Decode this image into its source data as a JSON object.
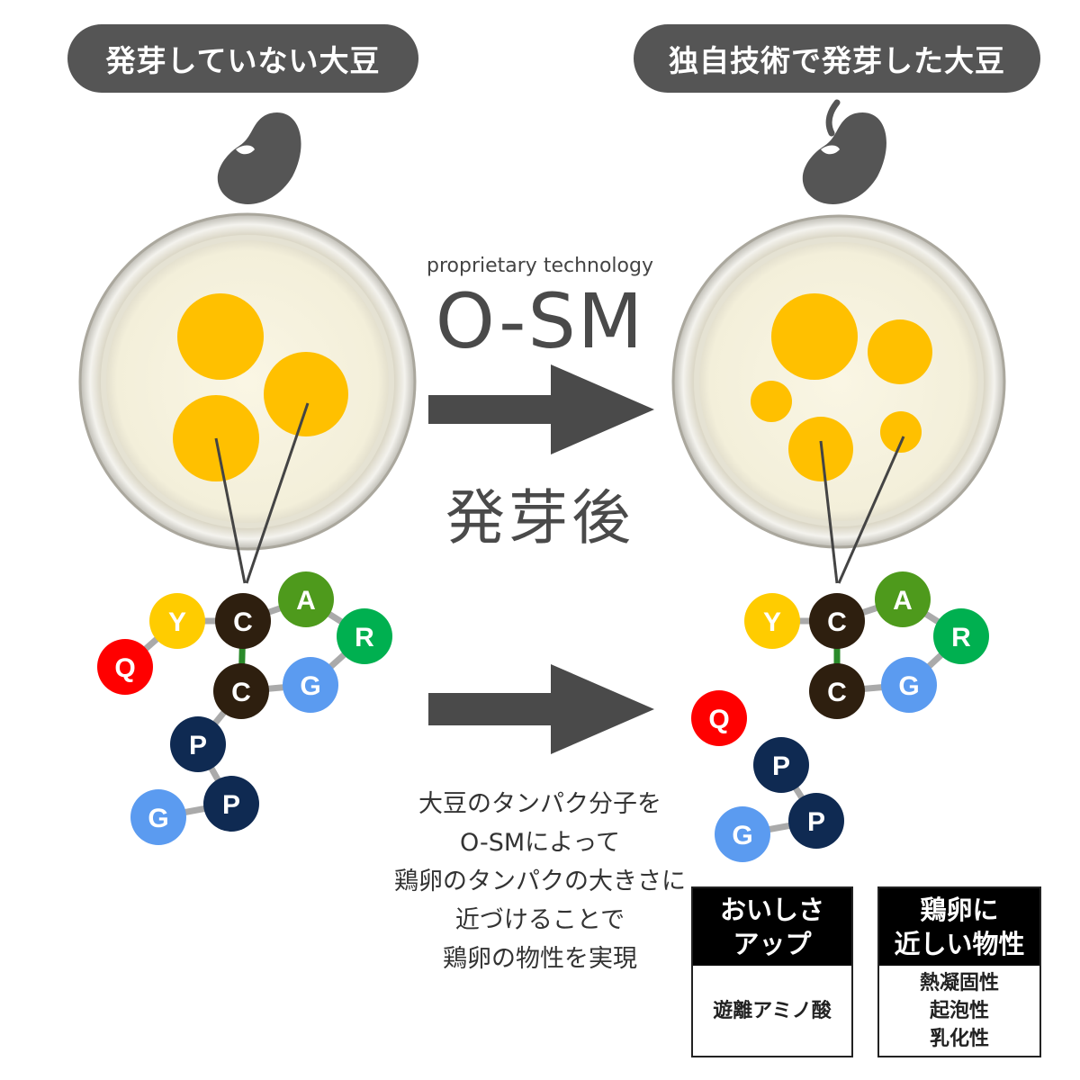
{
  "labels": {
    "left_title": "発芽していない大豆",
    "right_title": "独自技術で発芽した大豆",
    "tech_sub": "proprietary technology",
    "tech_name": "O-SM",
    "after_germination": "発芽後",
    "description": [
      "大豆のタンパク分子を",
      "O-SMによって",
      "鶏卵のタンパクの大きさに",
      "近づけることで",
      "鶏卵の物性を実現"
    ]
  },
  "boxes": [
    {
      "title": [
        "おいしさ",
        "アップ"
      ],
      "items": [
        "遊離アミノ酸"
      ]
    },
    {
      "title": [
        "鶏卵に",
        "近しい物性"
      ],
      "items": [
        "熱凝固性",
        "起泡性",
        "乳化性"
      ]
    }
  ],
  "molecules": {
    "left": [
      "Q",
      "Y",
      "C",
      "A",
      "R",
      "C",
      "G",
      "P",
      "G",
      "P"
    ],
    "right_main": [
      "Y",
      "C",
      "A",
      "R",
      "C",
      "G"
    ],
    "right_fragment": [
      "Q",
      "P",
      "G",
      "P"
    ]
  },
  "colors": {
    "pill": "#555555",
    "arrow": "#4a4a4a",
    "bean": "#555555",
    "yolk": "#FFC000",
    "Q": "#FF0000",
    "Y": "#FFCC00",
    "C": "#2E1F0F",
    "A": "#4E9A1C",
    "R": "#00B050",
    "G": "#5B9BF0",
    "P": "#0F2A52"
  },
  "icons": [
    "soybean-icon",
    "sprouted-soybean-icon",
    "right-arrow-icon"
  ]
}
